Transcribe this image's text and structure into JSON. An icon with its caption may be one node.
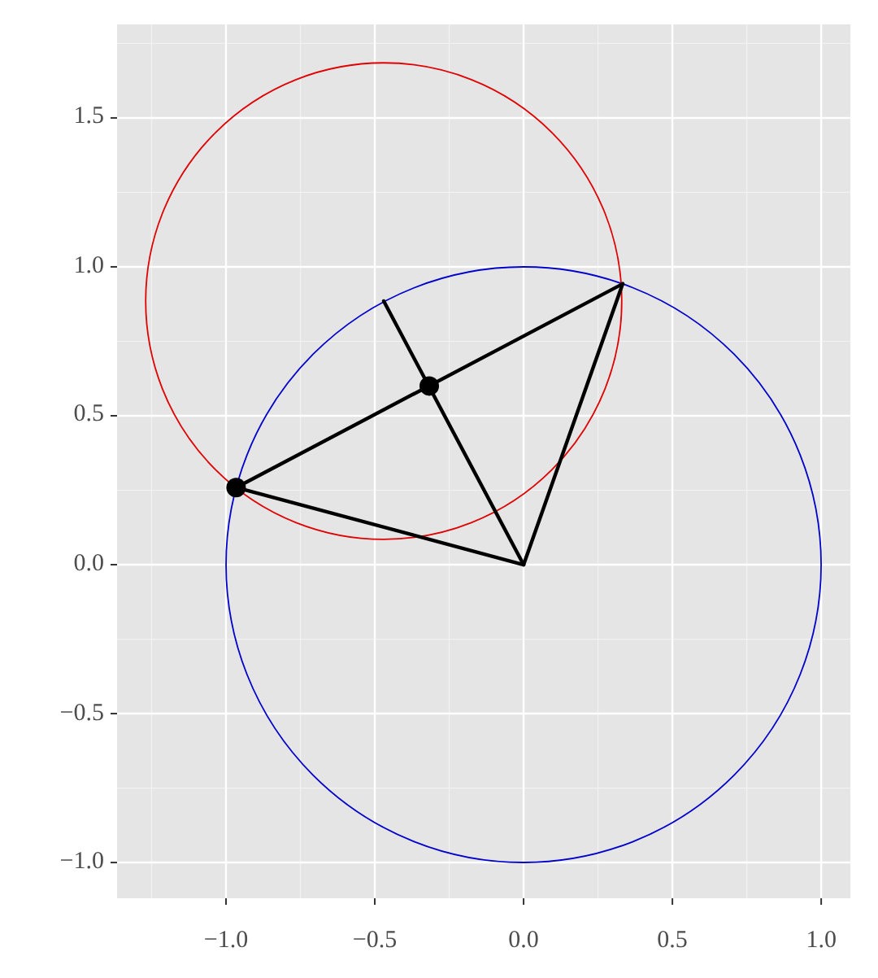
{
  "diagram": {
    "chart_data": {
      "type": "scatter",
      "x": [
        -0.966,
        -0.317
      ],
      "grid": true,
      "xlim": [
        -1.366,
        1.098
      ],
      "ylim": [
        -1.12,
        1.814
      ],
      "xticks": [
        {
          "value": -1,
          "label": "−1.0"
        },
        {
          "value": -0.5,
          "label": "−0.5"
        },
        {
          "value": 0,
          "label": "0.0"
        },
        {
          "value": 0.5,
          "label": "0.5"
        },
        {
          "value": 1,
          "label": "1.0"
        }
      ],
      "yticks": [
        {
          "value": -1,
          "label": "−1.0"
        },
        {
          "value": -0.5,
          "label": "−0.5"
        },
        {
          "value": 0,
          "label": "0.0"
        },
        {
          "value": 0.5,
          "label": "0.5"
        },
        {
          "value": 1,
          "label": "1.0"
        },
        {
          "value": 1.5,
          "label": "1.5"
        }
      ],
      "series": [
        {
          "color": "#000000",
          "values": [
            0.259,
            0.6
          ]
        }
      ]
    }
  }
}
